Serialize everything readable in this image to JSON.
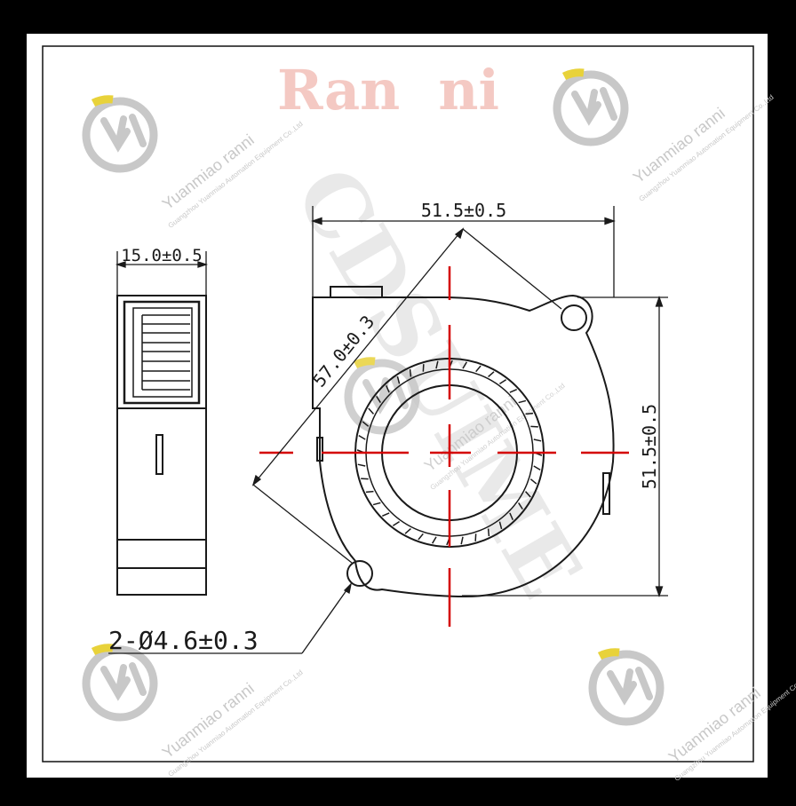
{
  "brand_text": "Ran  ni",
  "diagonal_watermark": "CDSUIME",
  "watermark": {
    "main": "Yuanmiao ranni",
    "sub": "Guangzhou Yuanmiao Automation Equipment Co.,Ltd"
  },
  "dimensions": {
    "side_width": "15.0±0.5",
    "front_width": "51.5±0.5",
    "front_height": "51.5±0.5",
    "diagonal": "57.0±0.3",
    "holes": "2-Ø4.6±0.3"
  },
  "colors": {
    "frame": "#000000",
    "paper": "#ffffff",
    "line": "#1a1a1a",
    "centerline": "#d40000",
    "brand": "#f4c9c3",
    "watermark": "#c8c8c8",
    "watermark_accent": "#e8d23a"
  }
}
